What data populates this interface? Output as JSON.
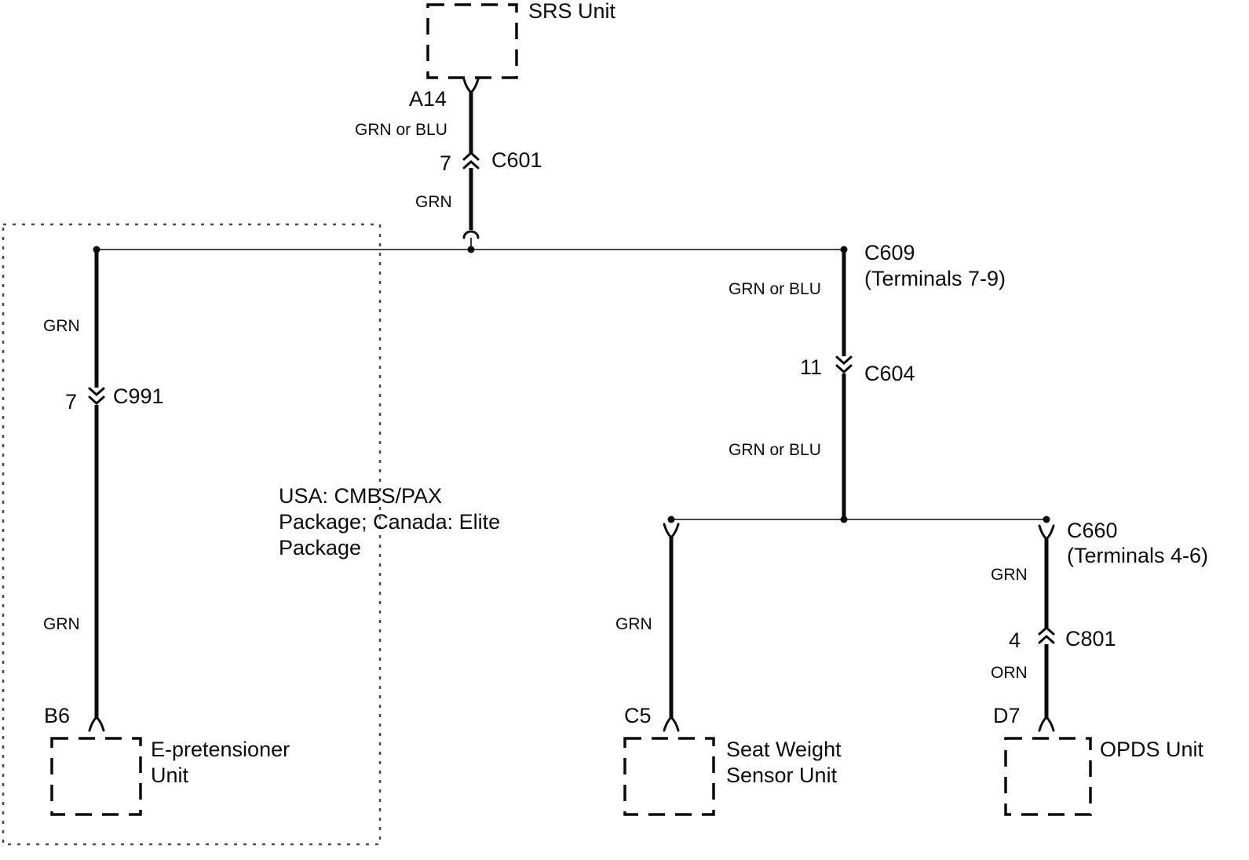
{
  "units": {
    "srs": {
      "label": "SRS Unit"
    },
    "epretensioner": {
      "pin": "B6",
      "name_line1": "E-pretensioner",
      "name_line2": "Unit"
    },
    "seat_weight_sensor": {
      "pin": "C5",
      "name_line1": "Seat Weight",
      "name_line2": "Sensor Unit"
    },
    "opds": {
      "pin": "D7",
      "label": "OPDS Unit"
    }
  },
  "terminals": {
    "a14": "A14"
  },
  "connectors": {
    "c601": {
      "pin": "7",
      "label": "C601"
    },
    "c609": {
      "label": "C609",
      "note": "(Terminals 7-9)"
    },
    "c604": {
      "pin": "11",
      "label": "C604"
    },
    "c660": {
      "label": "C660",
      "note": "(Terminals 4-6)"
    },
    "c801": {
      "pin": "4",
      "label": "C801"
    },
    "c991": {
      "pin": "7",
      "label": "C991"
    }
  },
  "wire_labels": {
    "a14_to_c601": "GRN or BLU",
    "c601_to_bus": "GRN",
    "bus_to_c991": "GRN",
    "c991_to_b6": "GRN",
    "c609_to_c604": "GRN or BLU",
    "c604_to_bus": "GRN or BLU",
    "bus_to_c5": "GRN",
    "c660_to_c801": "GRN",
    "c801_to_d7": "ORN"
  },
  "notes": {
    "package_line1": "USA: CMBS/PAX",
    "package_line2": "Package; Canada: Elite",
    "package_line3": "Package"
  },
  "colors": {
    "line": "#0b0b0b",
    "background": "#ffffff"
  }
}
